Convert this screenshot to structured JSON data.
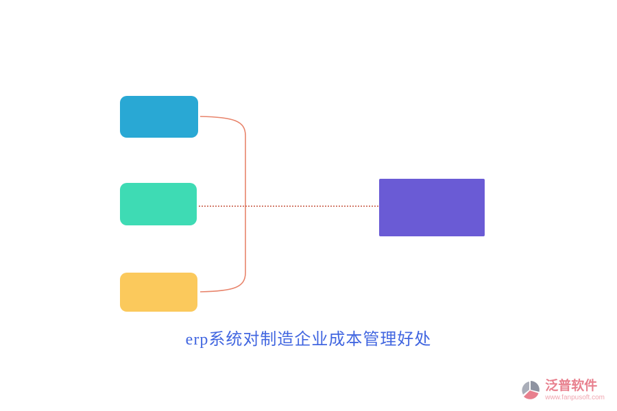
{
  "title": "erp系统对制造企业成本管理好处",
  "title_color": "#4166E0",
  "diagram": {
    "left_boxes": [
      {
        "id": "top-box",
        "color": "#29A8D4"
      },
      {
        "id": "middle-box",
        "color": "#3EDBB4"
      },
      {
        "id": "bottom-box",
        "color": "#FBC95C"
      }
    ],
    "right_box": {
      "color": "#6A5BD5"
    },
    "bracket_color": "#E8836A",
    "dotted_line_color": "#C4513A"
  },
  "watermark": {
    "brand": "泛普软件",
    "url": "www.fanpusoft.com",
    "brand_color": "#E8808E",
    "url_color": "#F0A6B0",
    "icon_gray": "#8E93A1",
    "icon_pink": "#E8808E"
  }
}
